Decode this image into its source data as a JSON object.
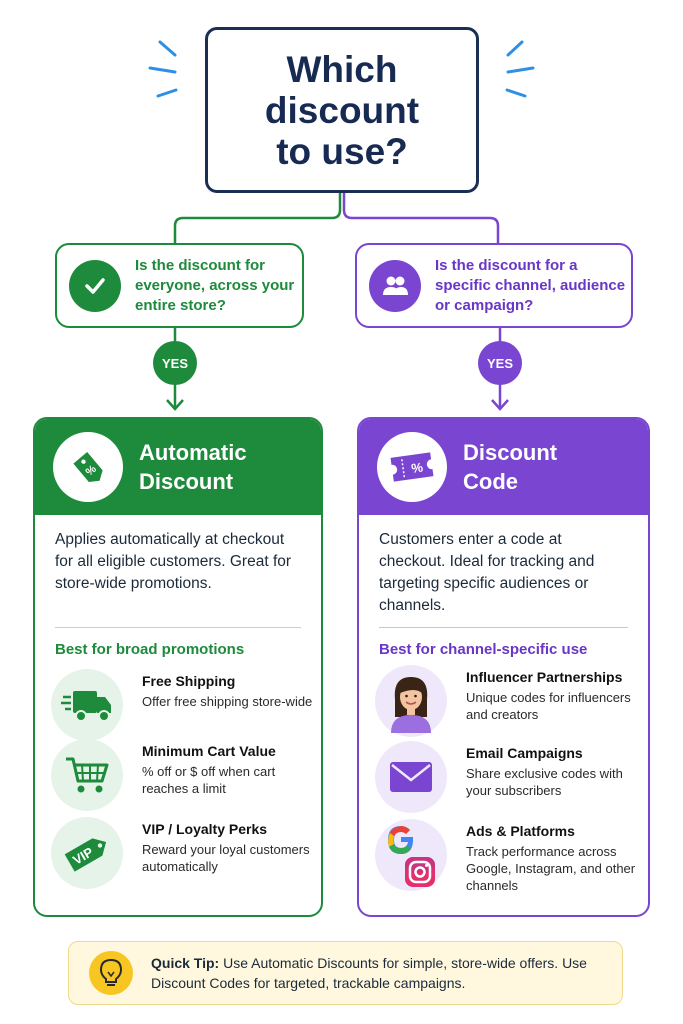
{
  "title": "Which\ndiscount\nto use?",
  "left": {
    "question": "Is the discount for everyone, across your entire store?",
    "yes": "YES",
    "card_title": "Automatic\nDiscount",
    "description": "Applies automatically at checkout for all eligible customers. Great for store-wide promotions.",
    "best_for": "Best for broad promotions",
    "items": [
      {
        "title": "Free Shipping",
        "desc": "Offer free shipping store-wide",
        "icon": "delivery-truck-icon"
      },
      {
        "title": "Minimum Cart Value",
        "desc": "% off or $ off when cart reaches a limit",
        "icon": "shopping-cart-icon"
      },
      {
        "title": "VIP / Loyalty Perks",
        "desc": "Reward your loyal customers automatically",
        "icon": "vip-tag-icon"
      }
    ]
  },
  "right": {
    "question": "Is the discount for a specific channel, audience or campaign?",
    "yes": "YES",
    "card_title": "Discount\nCode",
    "description": "Customers enter a code at checkout. Ideal for tracking and targeting specific audiences or channels.",
    "best_for": "Best for channel-specific use",
    "items": [
      {
        "title": "Influencer Partnerships",
        "desc": "Unique codes for influencers and creators",
        "icon": "influencer-avatar-icon"
      },
      {
        "title": "Email Campaigns",
        "desc": "Share exclusive codes with your subscribers",
        "icon": "envelope-icon"
      },
      {
        "title": "Ads & Platforms",
        "desc": "Track performance across Google, Instagram, and other channels",
        "icon": "google-instagram-icon"
      }
    ]
  },
  "tip": {
    "label": "Quick Tip:",
    "text": " Use Automatic Discounts for simple, store-wide offers. Use Discount Codes for targeted, trackable campaigns."
  },
  "colors": {
    "navy": "#1b2f55",
    "green": "#1e8a3c",
    "purple": "#7a45d1",
    "tip_yellow": "#f7c623"
  }
}
